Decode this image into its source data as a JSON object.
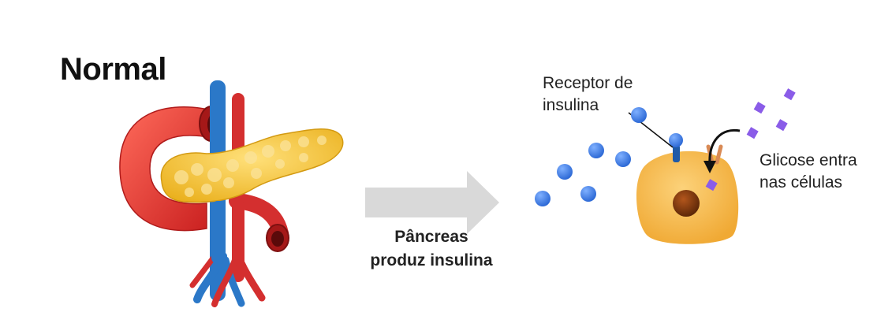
{
  "title": "Normal",
  "arrow_caption": {
    "line1": "Pâncreas",
    "line2": "produz insulina"
  },
  "receptor_label": {
    "line1": "Receptor de",
    "line2": "insulina"
  },
  "glucose_label": {
    "line1": "Glicose entra",
    "line2": "nas células"
  },
  "colors": {
    "insulin": "#3f7fe0",
    "glucose": "#8a5ce8",
    "cell": "#f6b94d",
    "nucleus": "#8a3d10",
    "pancreas": "#f2c12e",
    "artery": "#d42f2f",
    "vein": "#2b78c8",
    "arrow": "#d9d9d9"
  }
}
